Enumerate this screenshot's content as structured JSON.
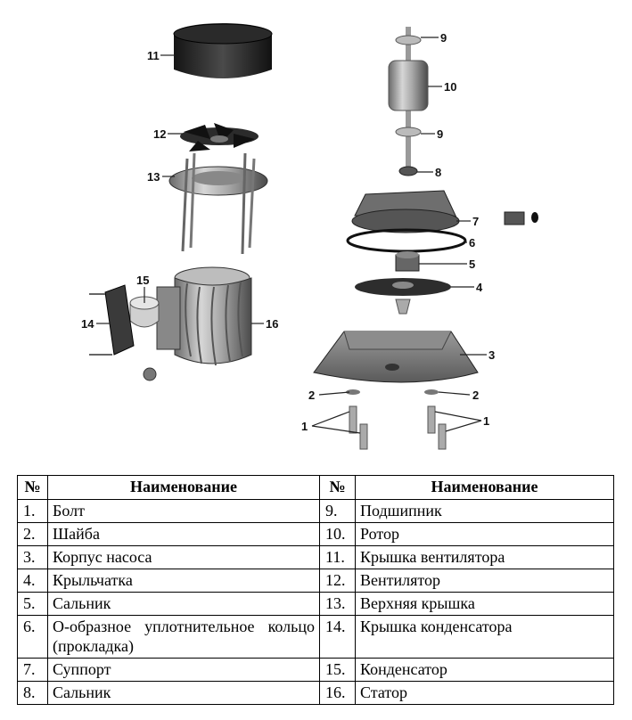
{
  "callouts": {
    "c1": "1",
    "c1b": "1",
    "c2": "2",
    "c2b": "2",
    "c3": "3",
    "c4": "4",
    "c5": "5",
    "c6": "6",
    "c7": "7",
    "c8": "8",
    "c9": "9",
    "c9b": "9",
    "c10": "10",
    "c11": "11",
    "c12": "12",
    "c13": "13",
    "c14": "14",
    "c15": "15",
    "c16": "16"
  },
  "table": {
    "headers": {
      "num_left": "№",
      "name_left": "Наименование",
      "num_right": "№",
      "name_right": "Наименование"
    },
    "rows": [
      {
        "n1": "1.",
        "t1": "Болт",
        "n2": "9.",
        "t2": "Подшипник"
      },
      {
        "n1": "2.",
        "t1": "Шайба",
        "n2": "10.",
        "t2": "Ротор"
      },
      {
        "n1": "3.",
        "t1": "Корпус насоса",
        "n2": "11.",
        "t2": "Крышка вентилятора"
      },
      {
        "n1": "4.",
        "t1": "Крыльчатка",
        "n2": "12.",
        "t2": "Вентилятор"
      },
      {
        "n1": "5.",
        "t1": "Сальник",
        "n2": "13.",
        "t2": "Верхняя крышка"
      },
      {
        "n1": "6.",
        "t1": "О-образное уплотнительное кольцо (прокладка)",
        "n2": "14.",
        "t2": "Крышка конденсатора"
      },
      {
        "n1": "7.",
        "t1": "Суппорт",
        "n2": "15.",
        "t2": "Конденсатор"
      },
      {
        "n1": "8.",
        "t1": "Сальник",
        "n2": "16.",
        "t2": "Статор"
      }
    ]
  }
}
